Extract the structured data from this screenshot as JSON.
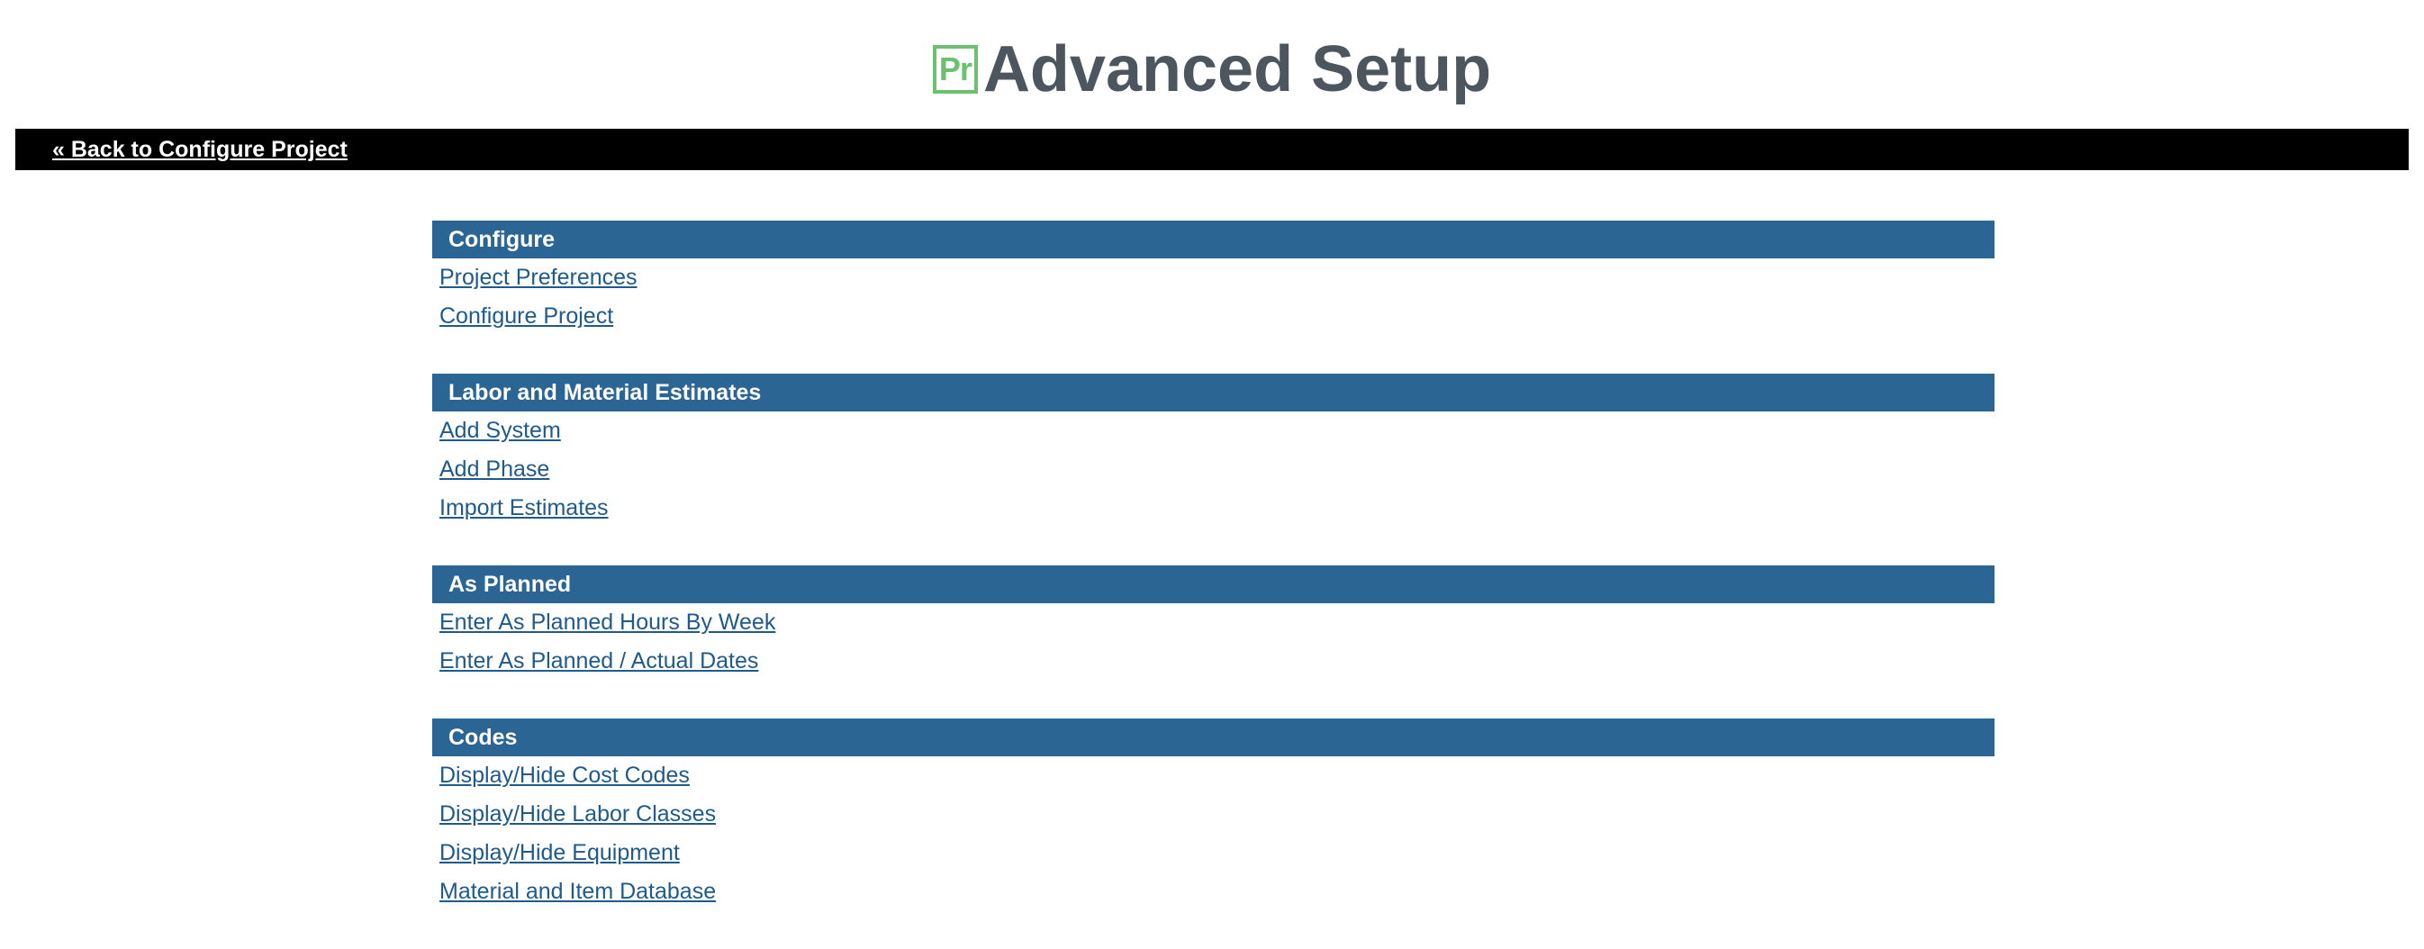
{
  "header": {
    "logo_text": "Pr",
    "title": "Advanced Setup"
  },
  "topbar": {
    "back_link": "« Back to Configure Project"
  },
  "sections": [
    {
      "title": "Configure",
      "links": [
        "Project Preferences",
        "Configure Project"
      ]
    },
    {
      "title": "Labor and Material Estimates",
      "links": [
        "Add System",
        "Add Phase",
        "Import Estimates"
      ]
    },
    {
      "title": "As Planned",
      "links": [
        "Enter As Planned Hours By Week",
        "Enter As Planned / Actual Dates"
      ]
    },
    {
      "title": "Codes",
      "links": [
        "Display/Hide Cost Codes",
        "Display/Hide Labor Classes",
        "Display/Hide Equipment",
        "Material and Item Database"
      ]
    }
  ],
  "colors": {
    "section_header_bg": "#2b6594",
    "link": "#1f5a8c",
    "logo_green": "#6cc070",
    "title": "#4d565e"
  }
}
